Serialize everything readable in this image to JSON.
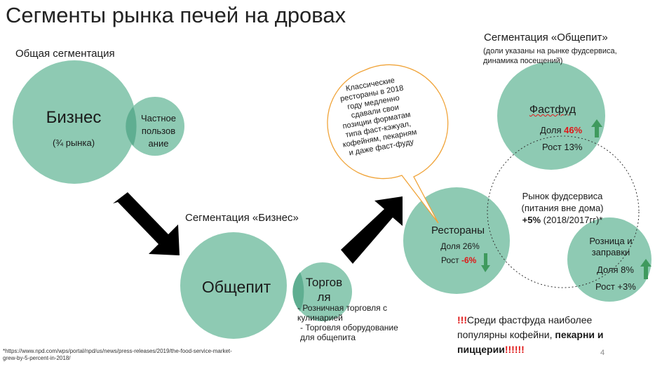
{
  "slide": {
    "title": "Сегменты рынка печей на дровах",
    "page_number": "4",
    "footnote": "*https://www.npd.com/wps/portal/npd/us/news/press-releases/2019/the-food-service-market-grew-by-5-percent-in-2018/"
  },
  "general": {
    "heading": "Общая сегментация",
    "business_label": "Бизнес",
    "business_share": "(¾ рынка)",
    "private_label": "Частное пользов ание"
  },
  "business_seg": {
    "heading": "Сегментация «Бизнес»",
    "catering_label": "Общепит",
    "retail_label": "Торгов ля",
    "retail_notes": [
      "- Розничная торговля с кулинарией",
      "- Торговля оборудование для общепита"
    ]
  },
  "callout": {
    "text": "Классические рестораны в 2018 году медленно сдавали свои позиции форматам типа фаст-кэжуал, кофейням, пекарням и даже фаст-фуду"
  },
  "catering_seg": {
    "heading": "Сегментация «Общепит»",
    "subheading_1": "(доли указаны на рынке фудсервиса,",
    "subheading_2": "динамика посещений)",
    "restaurants": {
      "name": "Рестораны",
      "share_label": "Доля 26%",
      "growth_prefix": "Рост ",
      "growth_value": "-6%"
    },
    "fastfood": {
      "name": "Фастфуд",
      "share_prefix": "Доля ",
      "share_value": "46%",
      "growth_label": "Рост 13%"
    },
    "market": {
      "line1": "Рынок фудсервиса",
      "line2": "(питания вне дома)",
      "line3_bold": "+5%",
      "line3_rest": " (2018/2017гг)*"
    },
    "retail_fuel": {
      "name_1": "Розница и",
      "name_2": "заправки",
      "share_label": "Доля 8%",
      "growth_label": "Рост +3%"
    }
  },
  "highlight": {
    "excl_start": "!!!",
    "line1_rest": "Среди фастфуда наиболее",
    "line2": "популярны кофейни, ",
    "line2_bold": "пекарни и",
    "line3_bold": "пиццерии",
    "excl_end": "!!!!!!"
  },
  "colors": {
    "circle_fill": "#8ecab3",
    "circle_overlap": "#5fae91",
    "arrow_black": "#000000",
    "arrow_up_down": "#3f9a5e",
    "highlight_red": "#e01818",
    "callout_border": "#f0a43a"
  }
}
